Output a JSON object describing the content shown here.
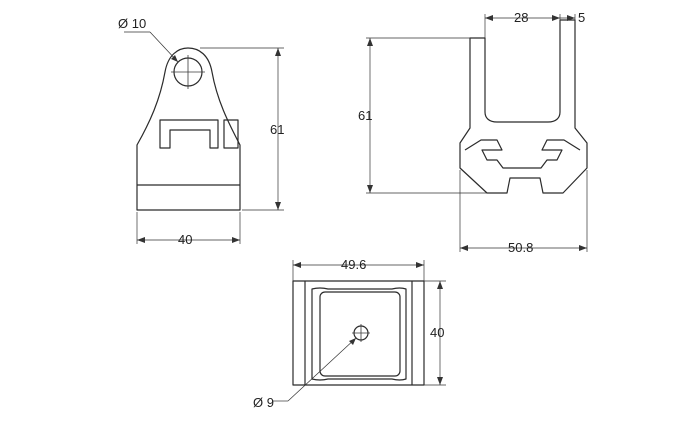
{
  "dimensions": {
    "hole_large": "Ø 10",
    "height_front": "61",
    "width_front": "40",
    "channel_width": "28",
    "wall_thickness": "5",
    "height_side": "61",
    "width_side": "50.8",
    "width_top": "49.6",
    "depth_top": "40",
    "hole_small": "Ø 9"
  }
}
